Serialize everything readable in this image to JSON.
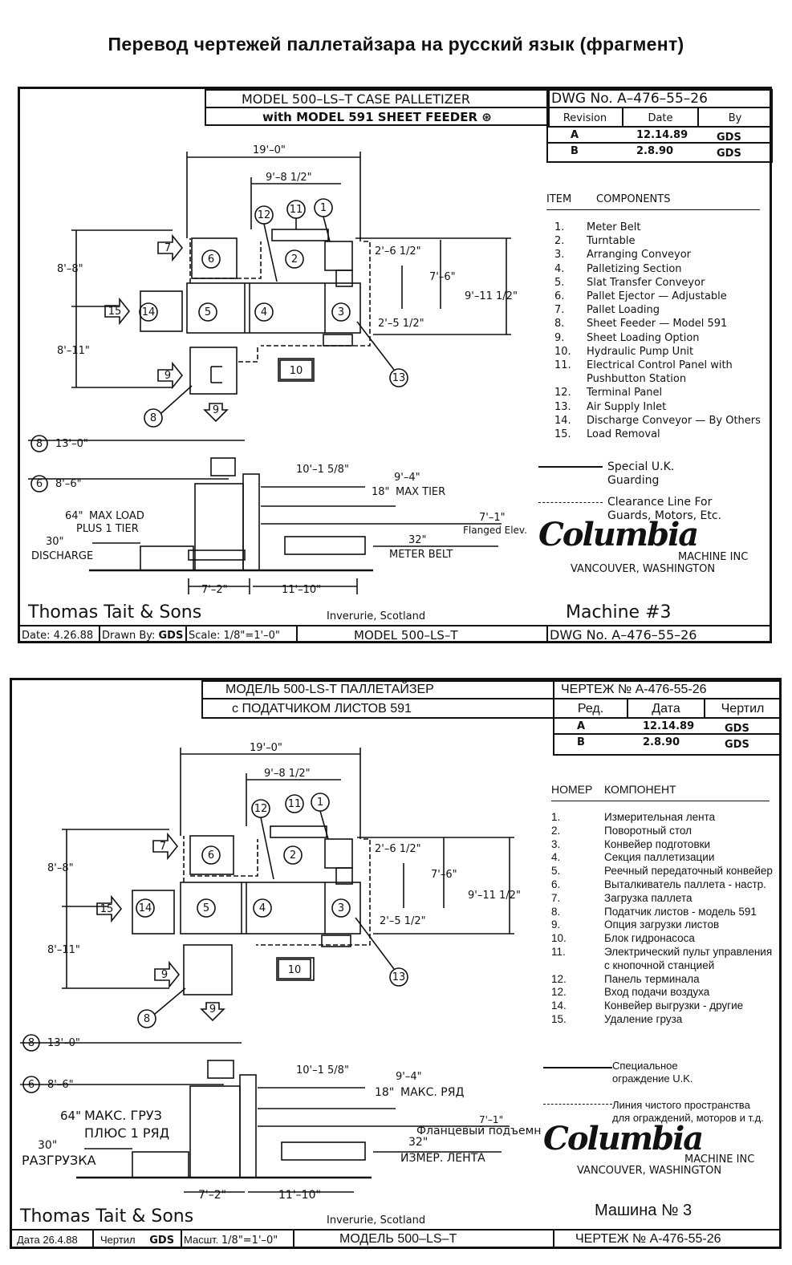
{
  "page_title": "Перевод чертежей паллетайзара на русский язык (фрагмент)",
  "english": {
    "model_title": "MODEL 500–LS–T  CASE PALLETIZER",
    "subtitle": "with MODEL 591 SHEET FEEDER",
    "dwg_no": "DWG No. A–476–55–26",
    "rev_header": [
      "Revision",
      "Date",
      "By"
    ],
    "revisions": [
      [
        "A",
        "12.14.89",
        "GDS"
      ],
      [
        "B",
        "2.8.90",
        "GDS"
      ]
    ],
    "item_header": "ITEM",
    "components_header": "COMPONENTS",
    "components": [
      [
        "1.",
        "Meter Belt"
      ],
      [
        "2.",
        "Turntable"
      ],
      [
        "3.",
        "Arranging Conveyor"
      ],
      [
        "4.",
        "Palletizing Section"
      ],
      [
        "5.",
        "Slat Transfer Conveyor"
      ],
      [
        "6.",
        "Pallet Ejector  —  Adjustable"
      ],
      [
        "7.",
        "Pallet Loading"
      ],
      [
        "8.",
        "Sheet Feeder — Model 591"
      ],
      [
        "9.",
        "Sheet Loading Option"
      ],
      [
        "10.",
        "Hydraulic Pump Unit"
      ],
      [
        "11.",
        "Electrical Control Panel with"
      ],
      [
        "",
        "Pushbutton Station"
      ],
      [
        "12.",
        "Terminal Panel"
      ],
      [
        "13.",
        "Air Supply Inlet"
      ],
      [
        "14.",
        "Discharge Conveyor  — By Others"
      ],
      [
        "15.",
        "Load Removal"
      ]
    ],
    "legend_guard": [
      "Special U.K.",
      "Guarding"
    ],
    "legend_clear": [
      "Clearance Line For",
      "Guards, Motors, Etc."
    ],
    "dims": {
      "d19": "19'–0\"",
      "d98": "9'–8 1/2\"",
      "d88": "8'–8\"",
      "d811": "8'–11\"",
      "d26": "2'–6 1/2\"",
      "d76": "7'–6\"",
      "d911": "9'–11 1/2\"",
      "d25": "2'–5 1/2\"",
      "d13": "13'–0\"",
      "d86": "8'–6\"",
      "d101": "10'–1 5/8\"",
      "d94": "9'–4\"",
      "d18": "18\"",
      "d71": "7'–1\"",
      "d30": "30\"",
      "d32": "32\"",
      "d72": "7'–2\"",
      "d110": "11'–10\"",
      "d64": "64\""
    },
    "max_tier": "MAX TIER",
    "max_load": "MAX LOAD",
    "plus_tier": "PLUS 1 TIER",
    "discharge": "DISCHARGE",
    "meter_belt": "METER BELT",
    "flanged": "Flanged Elev.",
    "company": "Thomas Tait & Sons",
    "location": "Inverurie, Scotland",
    "machine": "Machine #3",
    "date": "Date: 4.26.88",
    "drawn_by": "Drawn By:",
    "drawn_by_value": "GDS",
    "scale": "Scale:  1/8\"=1'–0\"",
    "model_footer": "MODEL 500–LS–T",
    "logo": "Columbia",
    "logo_sub": "MACHINE INC",
    "logo_city": "VANCOUVER, WASHINGTON"
  },
  "russian": {
    "model_title": "МОДЕЛЬ 500-LS-T ПАЛЛЕТАЙЗЕР",
    "subtitle": "с ПОДАТЧИКОМ ЛИСТОВ 591",
    "dwg_no": "ЧЕРТЕЖ №  А-476-55-26",
    "rev_header": [
      "Ред.",
      "Дата",
      "Чертил"
    ],
    "item_header": "НОМЕР",
    "components_header": "КОМПОНЕНТ",
    "components": [
      [
        "1.",
        "Измерительная лента"
      ],
      [
        "2.",
        "Поворотный стол"
      ],
      [
        "3.",
        "Конвейер подготовки"
      ],
      [
        "4.",
        "Секция паллетизации"
      ],
      [
        "5.",
        "Реечный передаточный конвейер"
      ],
      [
        "6.",
        "Выталкиватель паллета - настр."
      ],
      [
        "7.",
        "Загрузка паллета"
      ],
      [
        "8.",
        "Податчик листов - модель 591"
      ],
      [
        "9.",
        "Опция загрузки листов"
      ],
      [
        "10.",
        "Блок гидронасоса"
      ],
      [
        "11.",
        "Электрический пульт управления"
      ],
      [
        "",
        "с кнопочной станцией"
      ],
      [
        "12.",
        "Панель терминала"
      ],
      [
        "12.",
        "Вход подачи воздуха"
      ],
      [
        "14.",
        "Конвейер выгрузки - другие"
      ],
      [
        "15.",
        "Удаление груза"
      ]
    ],
    "legend_guard": [
      "Специальное",
      "ограждение U.K."
    ],
    "legend_clear": [
      "Линия чистого пространства",
      "для ограждений, моторов и т.д."
    ],
    "max_tier": "МАКС. РЯД",
    "max_load": "МАКС. ГРУЗ",
    "plus_tier": "ПЛЮС 1 РЯД",
    "discharge": "РАЗГРУЗКА",
    "meter_belt": "ИЗМЕР. ЛЕНТА",
    "flanged": "Фланцевый подъемник",
    "machine": "Машина № 3",
    "date": "Дата 26.4.88",
    "drawn_by": "Чертил",
    "scale": "Масшт.",
    "scale_value": "1/8\"=1'–0\"",
    "model_footer": "МОДЕЛЬ  500–LS–T",
    "dwg_footer": "ЧЕРТЕЖ №  А-476-55-26"
  }
}
